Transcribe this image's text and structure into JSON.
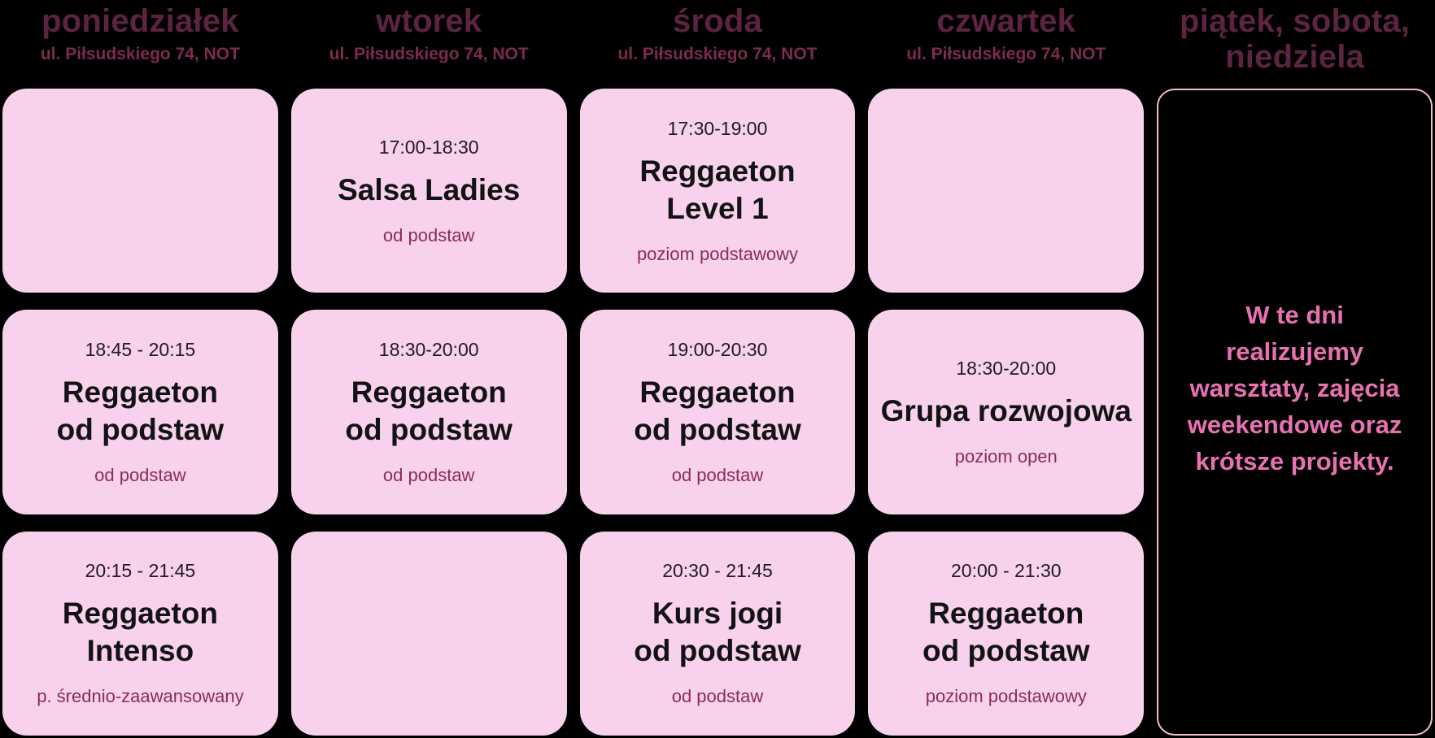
{
  "colors": {
    "background": "#000000",
    "card_fill": "#f8d2ec",
    "day_header": "#5c2342",
    "address": "#7c2b50",
    "time_text": "#201a24",
    "title_text": "#131316",
    "subtitle_text": "#8a2c56",
    "weekend_note_text": "#e871b2",
    "weekend_border": "#f4b8da"
  },
  "columns": [
    {
      "day": "poniedziałek",
      "address": "ul. Piłsudskiego 74, NOT",
      "cards": [
        {
          "empty": true
        },
        {
          "time": "18:45 - 20:15",
          "title": "Reggaeton\nod podstaw",
          "subtitle": "od podstaw"
        },
        {
          "time": "20:15 - 21:45",
          "title": "Reggaeton\nIntenso",
          "subtitle": "p. średnio-zaawansowany"
        }
      ]
    },
    {
      "day": "wtorek",
      "address": "ul. Piłsudskiego 74, NOT",
      "cards": [
        {
          "time": "17:00-18:30",
          "title": "Salsa Ladies",
          "subtitle": "od podstaw"
        },
        {
          "time": "18:30-20:00",
          "title": "Reggaeton\nod podstaw",
          "subtitle": "od podstaw"
        },
        {
          "empty": true
        }
      ]
    },
    {
      "day": "środa",
      "address": "ul. Piłsudskiego 74, NOT",
      "cards": [
        {
          "time": "17:30-19:00",
          "title": "Reggaeton\nLevel 1",
          "subtitle": "poziom podstawowy"
        },
        {
          "time": "19:00-20:30",
          "title": "Reggaeton\nod podstaw",
          "subtitle": "od podstaw"
        },
        {
          "time": "20:30 - 21:45",
          "title": "Kurs jogi\nod podstaw",
          "subtitle": "od podstaw"
        }
      ]
    },
    {
      "day": "czwartek",
      "address": "ul. Piłsudskiego 74, NOT",
      "cards": [
        {
          "empty": true
        },
        {
          "time": "18:30-20:00",
          "title": "Grupa rozwojowa",
          "subtitle": "poziom open"
        },
        {
          "time": "20:00 - 21:30",
          "title": "Reggaeton\nod podstaw",
          "subtitle": "poziom podstawowy"
        }
      ]
    },
    {
      "day": "piątek, sobota,\nniedziela",
      "note": "W te dni\nrealizujemy\nwarsztaty, zajęcia\nweekendowe oraz\nkrótsze projekty."
    }
  ]
}
